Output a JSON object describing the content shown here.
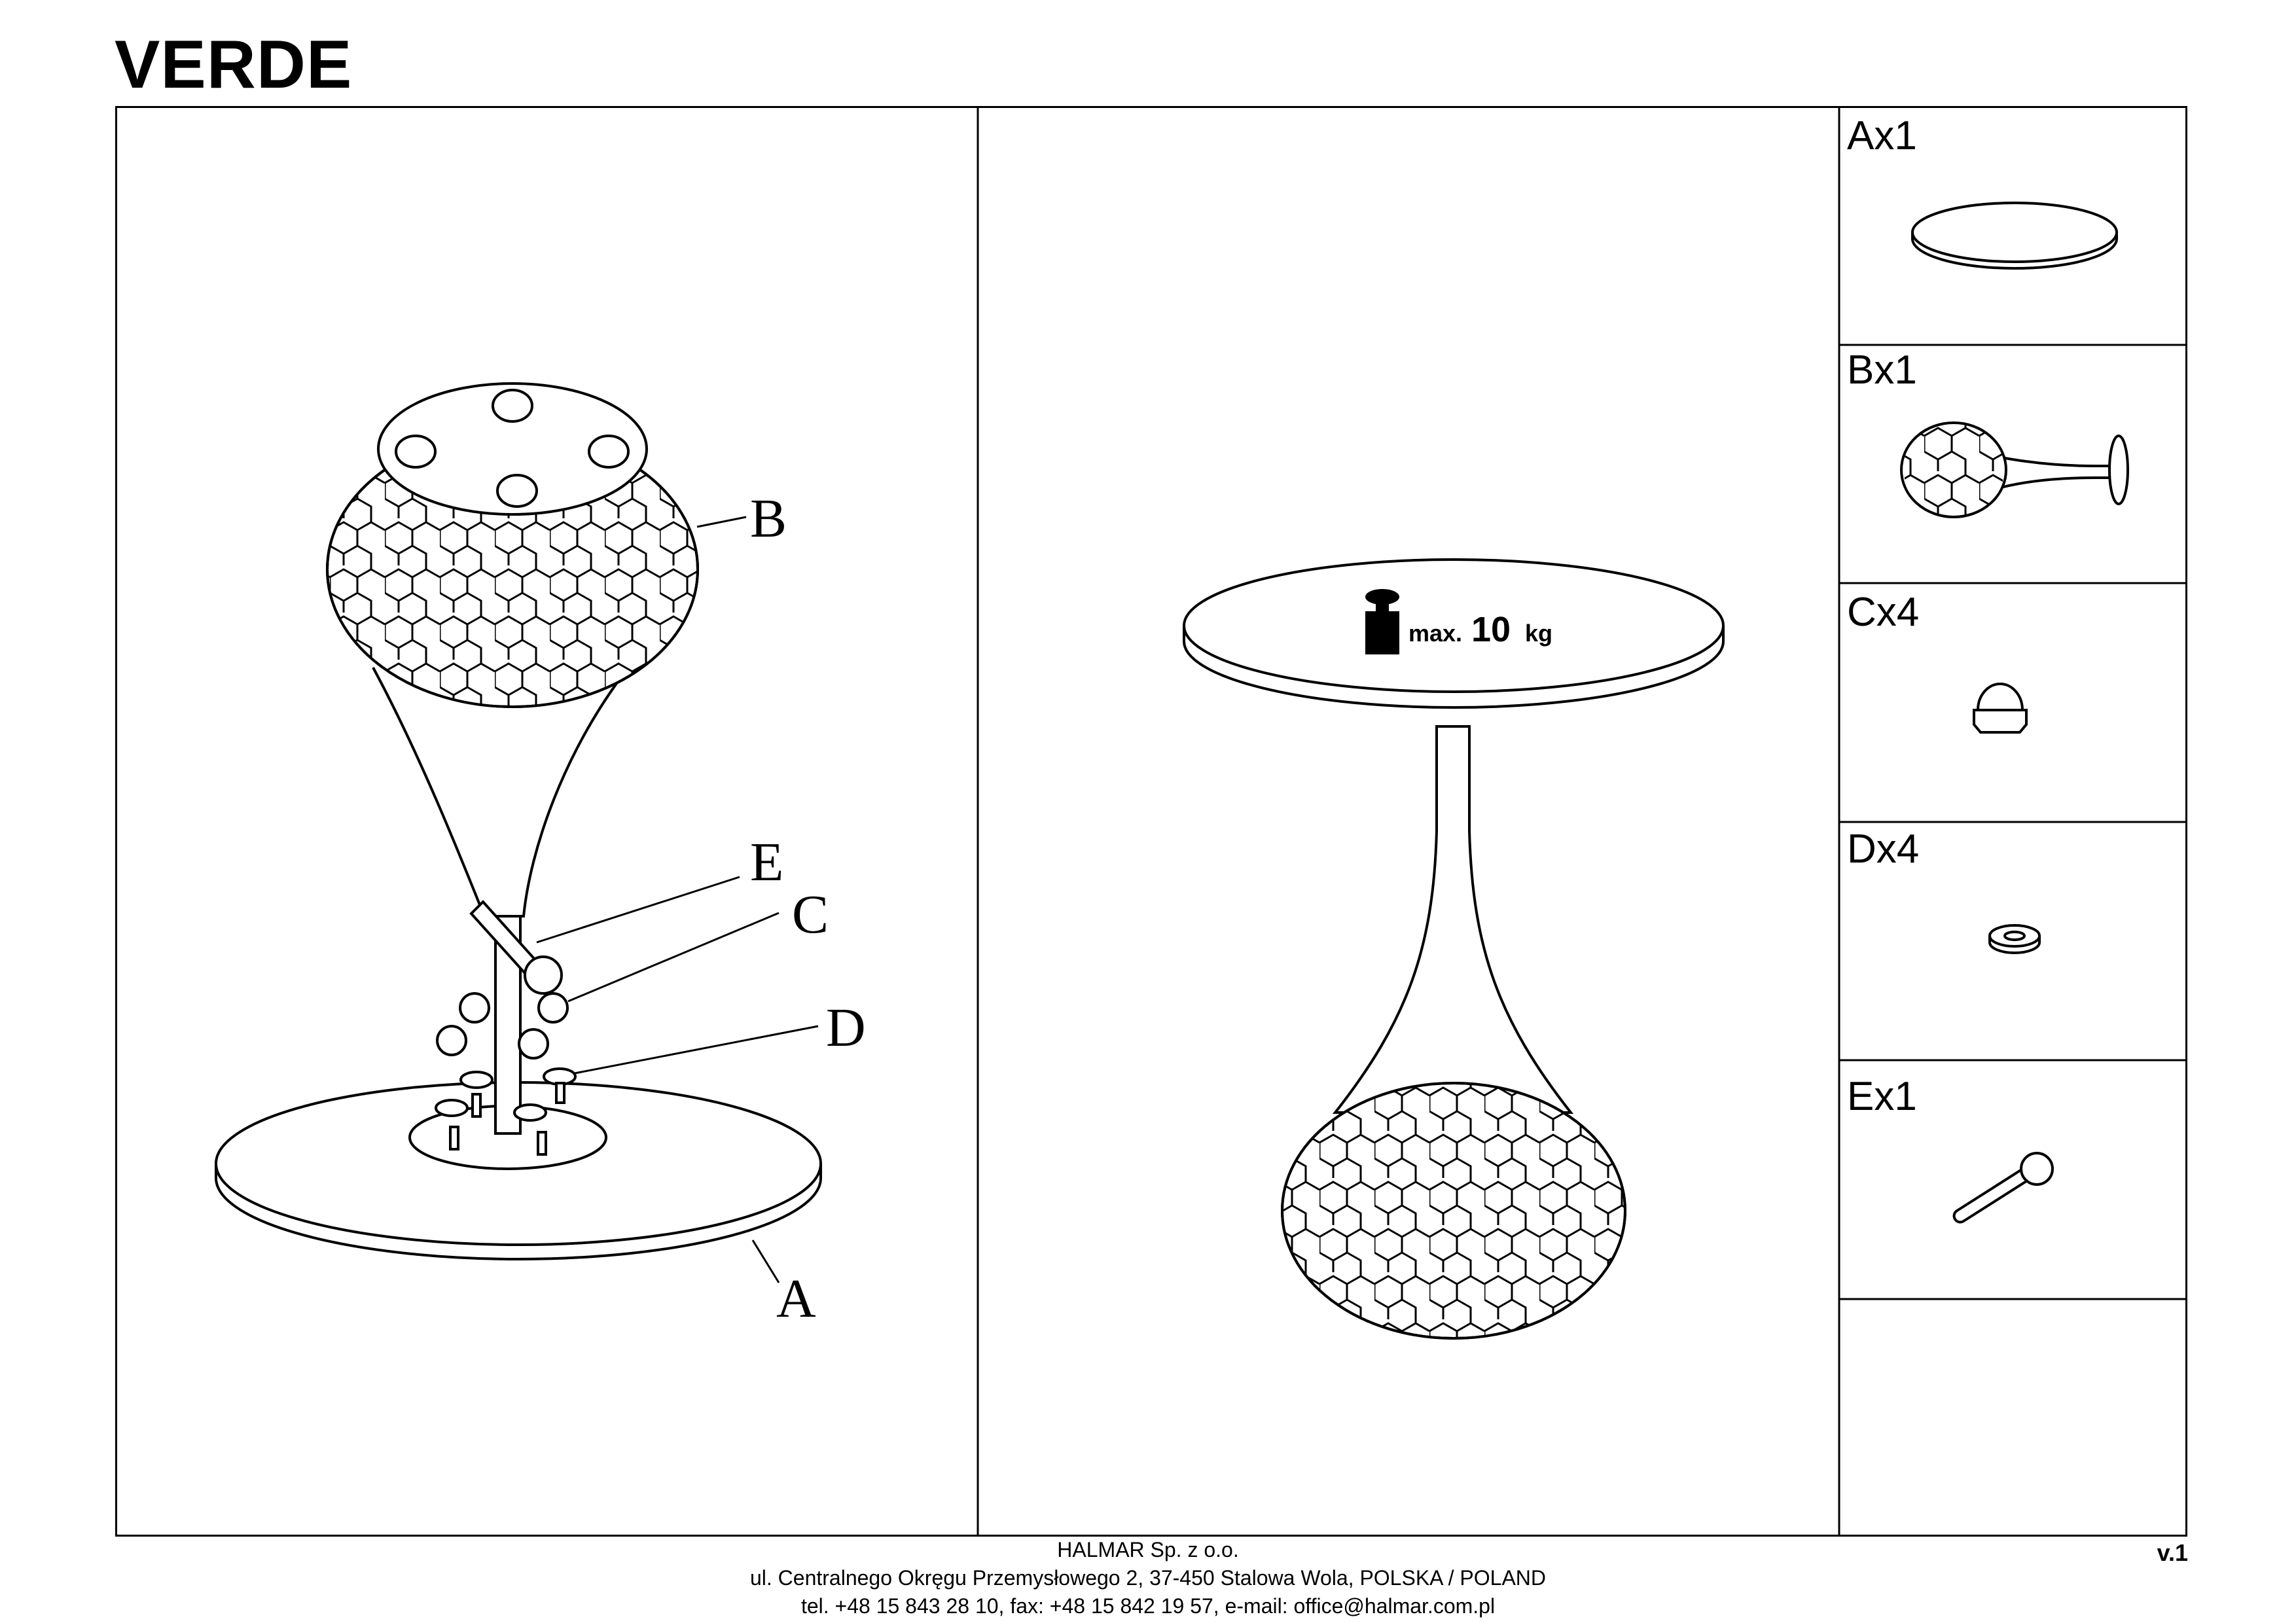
{
  "title": "VERDE",
  "callouts": {
    "a": "A",
    "b": "B",
    "c": "C",
    "d": "D",
    "e": "E"
  },
  "max_load": {
    "prefix": "max.",
    "value": "10",
    "unit": "kg",
    "icon": "weight-icon"
  },
  "parts": [
    {
      "label": "Ax1",
      "icon": "tabletop-icon"
    },
    {
      "label": "Bx1",
      "icon": "base-column-icon"
    },
    {
      "label": "Cx4",
      "icon": "cap-nut-icon"
    },
    {
      "label": "Dx4",
      "icon": "washer-icon"
    },
    {
      "label": "Ex1",
      "icon": "wrench-icon"
    }
  ],
  "footer": {
    "company": "HALMAR Sp. z o.o.",
    "address": "ul. Centralnego Okręgu Przemysłowego 2, 37-450 Stalowa Wola, POLSKA / POLAND",
    "contact": "tel. +48 15 843 28 10, fax: +48 15 842 19 57, e-mail: office@halmar.com.pl",
    "version": "v.1"
  }
}
